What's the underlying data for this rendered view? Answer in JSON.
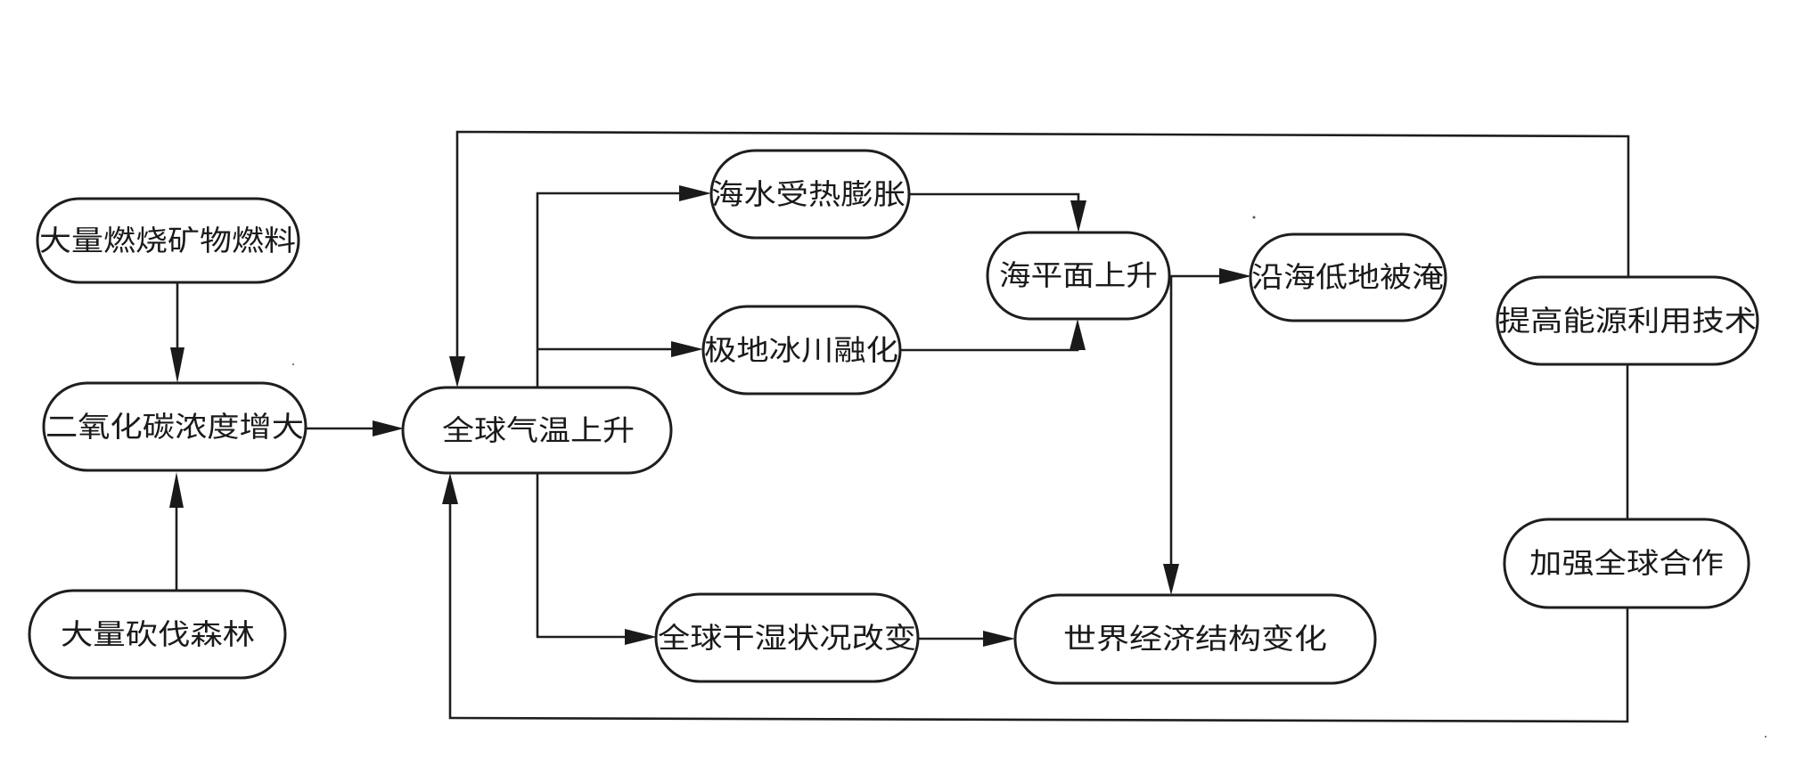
{
  "diagram": {
    "title": "",
    "nodes": [
      {
        "id": "burn_fossil_fuels",
        "label": "大量燃烧矿物燃料"
      },
      {
        "id": "co2_increase",
        "label": "二氧化碳浓度增大"
      },
      {
        "id": "deforestation",
        "label": "大量砍伐森林"
      },
      {
        "id": "global_warming",
        "label": "全球气温上升"
      },
      {
        "id": "thermal_expansion",
        "label": "海水受热膨胀"
      },
      {
        "id": "glacier_melting",
        "label": "极地冰川融化"
      },
      {
        "id": "sea_level_rise",
        "label": "海平面上升"
      },
      {
        "id": "coastal_flooding",
        "label": "沿海低地被淹"
      },
      {
        "id": "humidity_change",
        "label": "全球干湿状况改变"
      },
      {
        "id": "economic_change",
        "label": "世界经济结构变化"
      },
      {
        "id": "energy_tech",
        "label": "提高能源利用技术"
      },
      {
        "id": "global_cooperation",
        "label": "加强全球合作"
      }
    ],
    "edges": [
      {
        "from": "burn_fossil_fuels",
        "to": "co2_increase",
        "arrow": true
      },
      {
        "from": "deforestation",
        "to": "co2_increase",
        "arrow": true
      },
      {
        "from": "co2_increase",
        "to": "global_warming",
        "arrow": true
      },
      {
        "from": "global_warming",
        "to": "thermal_expansion",
        "arrow": true
      },
      {
        "from": "global_warming",
        "to": "glacier_melting",
        "arrow": true
      },
      {
        "from": "global_warming",
        "to": "humidity_change",
        "arrow": true
      },
      {
        "from": "thermal_expansion",
        "to": "sea_level_rise",
        "arrow": true
      },
      {
        "from": "glacier_melting",
        "to": "sea_level_rise",
        "arrow": true
      },
      {
        "from": "sea_level_rise",
        "to": "coastal_flooding",
        "arrow": true
      },
      {
        "from": "sea_level_rise",
        "to": "economic_change",
        "arrow": true
      },
      {
        "from": "humidity_change",
        "to": "economic_change",
        "arrow": true
      },
      {
        "from": "energy_tech",
        "to": "global_warming",
        "arrow": true,
        "route": "top-loop"
      },
      {
        "from": "global_cooperation",
        "to": "global_warming",
        "arrow": true,
        "route": "bottom-loop"
      },
      {
        "from": "energy_tech",
        "to": "global_cooperation",
        "arrow": false
      }
    ],
    "colors": {
      "stroke": "#1e1e1e",
      "text": "#1a1a1a",
      "background": "#ffffff"
    }
  }
}
